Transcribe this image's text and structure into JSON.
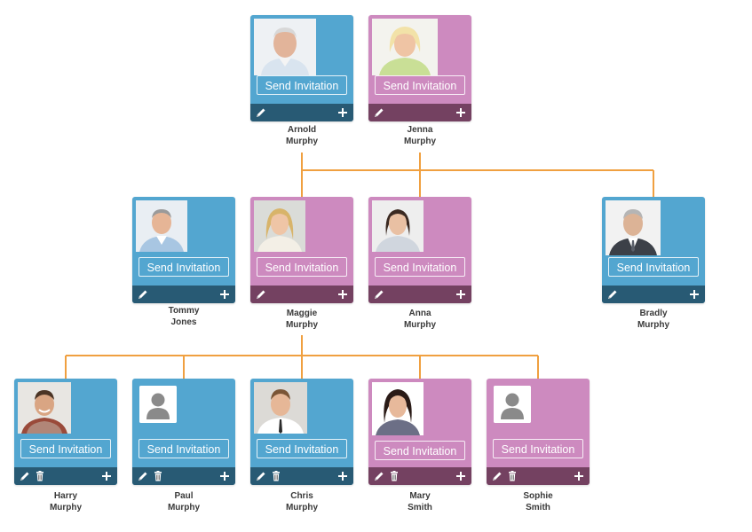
{
  "accent": {
    "male_card": "#53a6d0",
    "male_toolbar": "#285a74",
    "female_card": "#cd8abf",
    "female_toolbar": "#744161",
    "connector": "#f0a040"
  },
  "invite_label": "Send Invitation",
  "icons": {
    "edit": "pencil-icon",
    "delete": "trash-icon",
    "add": "plus-icon",
    "placeholder": "person-silhouette-icon"
  },
  "people": {
    "arnold": {
      "first": "Arnold",
      "last": "Murphy",
      "gender": "male"
    },
    "jenna": {
      "first": "Jenna",
      "last": "Murphy",
      "gender": "female"
    },
    "tommy": {
      "first": "Tommy",
      "last": "Jones",
      "gender": "male"
    },
    "maggie": {
      "first": "Maggie",
      "last": "Murphy",
      "gender": "female"
    },
    "anna": {
      "first": "Anna",
      "last": "Murphy",
      "gender": "female"
    },
    "bradly": {
      "first": "Bradly",
      "last": "Murphy",
      "gender": "male"
    },
    "harry": {
      "first": "Harry",
      "last": "Murphy",
      "gender": "male"
    },
    "paul": {
      "first": "Paul",
      "last": "Murphy",
      "gender": "male"
    },
    "chris": {
      "first": "Chris",
      "last": "Murphy",
      "gender": "male"
    },
    "mary": {
      "first": "Mary",
      "last": "Smith",
      "gender": "female"
    },
    "sophie": {
      "first": "Sophie",
      "last": "Smith",
      "gender": "female"
    }
  }
}
